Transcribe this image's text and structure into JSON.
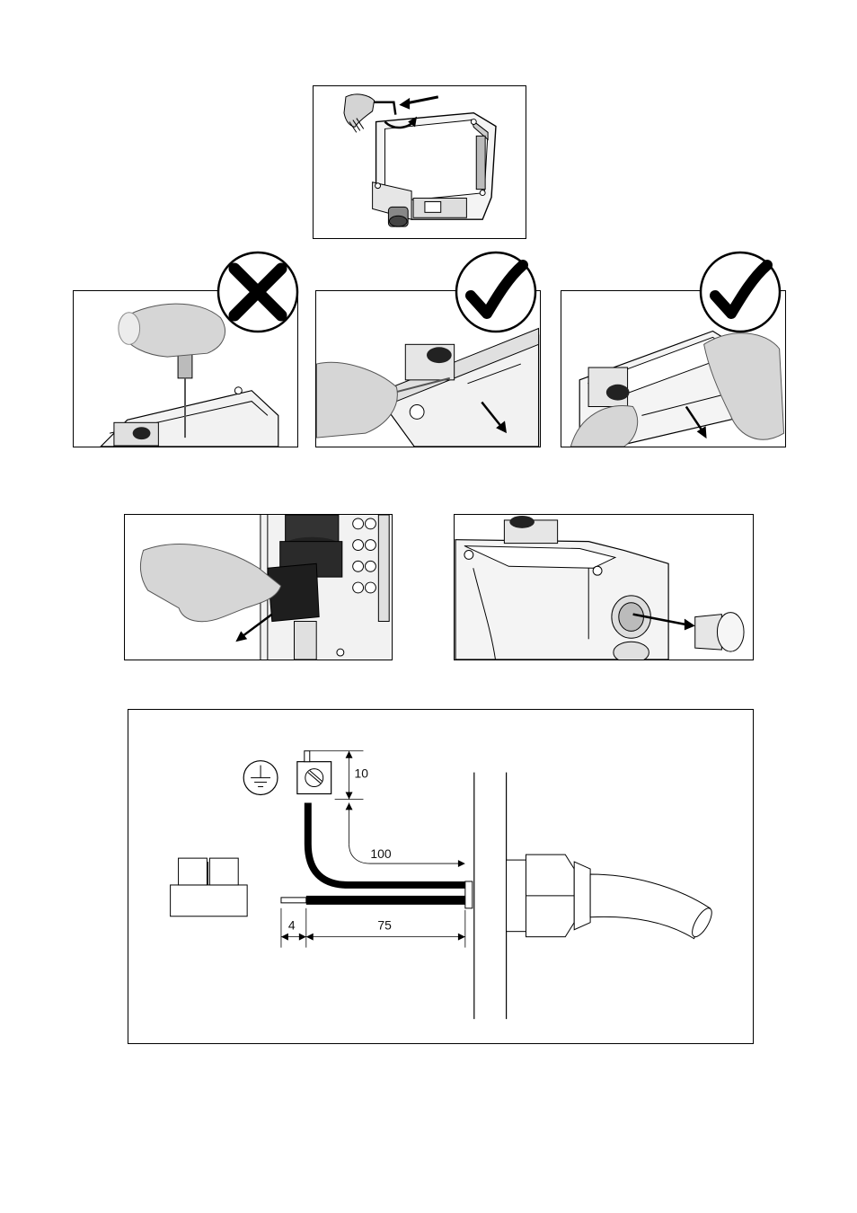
{
  "figures": {
    "top": {
      "name": "cover-unscrew-illustration"
    },
    "step_row": [
      {
        "name": "screwdriver-wrong-method",
        "mark": "x-mark-icon"
      },
      {
        "name": "screwdriver-lever-correct",
        "mark": "check-mark-icon"
      },
      {
        "name": "hand-push-correct",
        "mark": "check-mark-icon"
      }
    ],
    "middle_row": [
      {
        "name": "remove-terminal-block"
      },
      {
        "name": "remove-blanking-plug"
      }
    ]
  },
  "wiring_diagram": {
    "ground_symbol": "earth-ground-icon",
    "dim_strip_top": "10",
    "dim_bend": "100",
    "dim_strip_end": "4",
    "dim_core_length": "75"
  },
  "colors": {
    "line": "#000000",
    "light_fill": "#f2f2f2",
    "mid_fill": "#d8d8d8",
    "skin": "#d9d9d9",
    "dark": "#222222"
  }
}
